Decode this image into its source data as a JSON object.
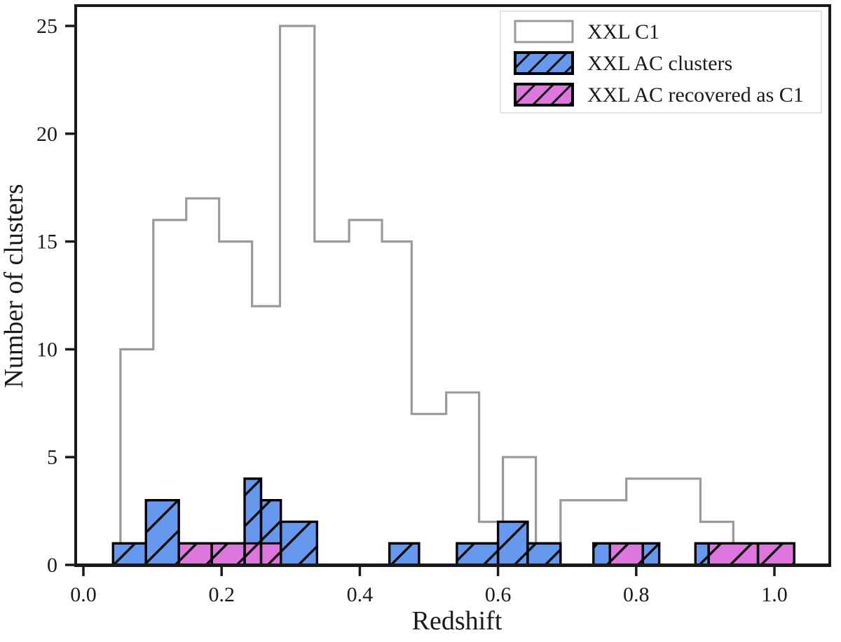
{
  "chart_data": {
    "type": "bar",
    "title": "",
    "xlabel": "Redshift",
    "ylabel": "Number of clusters",
    "xlim": [
      -0.012,
      1.078
    ],
    "ylim": [
      0,
      26.2
    ],
    "xticks": [
      0.0,
      0.2,
      0.4,
      0.6,
      0.8,
      1.0
    ],
    "xtick_labels": [
      "0.0",
      "0.2",
      "0.4",
      "0.6",
      "0.8",
      "1.0"
    ],
    "yticks": [
      0,
      5,
      10,
      15,
      20,
      25
    ],
    "ytick_labels": [
      "0",
      "5",
      "10",
      "15",
      "20",
      "25"
    ],
    "grid": false,
    "legend_position": "upper right",
    "bin_width": 0.0476,
    "bin_edges": [
      0.0429,
      0.0905,
      0.1381,
      0.1857,
      0.2333,
      0.2809,
      0.3286,
      0.3762,
      0.4238,
      0.4714,
      0.519,
      0.5667,
      0.6143,
      0.6619,
      0.7095,
      0.7571,
      0.8048,
      0.8524,
      0.9,
      0.9476,
      0.9952,
      1.0429
    ],
    "series": [
      {
        "name": "XXL C1",
        "style": "step-outline",
        "color": "#9a9a9a",
        "fill": "none",
        "values": [
          10,
          16,
          16,
          17,
          15,
          15,
          12,
          25,
          15,
          15,
          16,
          15,
          7,
          8,
          8,
          2,
          5,
          1,
          3,
          3,
          4,
          4,
          2,
          2
        ]
      },
      {
        "name": "XXL AC clusters",
        "style": "filled-hatched",
        "color": "#6699ee",
        "hatch": "/",
        "edge": "#000000",
        "values": [
          1,
          1,
          3,
          1,
          1,
          4,
          3,
          2,
          2,
          0,
          0,
          1,
          1,
          0,
          0,
          1,
          1,
          2,
          1,
          0,
          1,
          1,
          1,
          0,
          1,
          1,
          1
        ]
      },
      {
        "name": "XXL AC recovered as C1",
        "style": "filled-hatched",
        "color": "#dd77dd",
        "hatch": "/",
        "edge": "#000000",
        "values": [
          0,
          0,
          0,
          1,
          1,
          1,
          1,
          1,
          0,
          0,
          0,
          0,
          0,
          0,
          0,
          0,
          0,
          0,
          0,
          0,
          1,
          1,
          0,
          0,
          1,
          1,
          1
        ]
      }
    ],
    "c1_steps": [
      {
        "x0": 0.0536,
        "x1": 0.1012,
        "y": 10
      },
      {
        "x0": 0.1012,
        "x1": 0.1488,
        "y": 16
      },
      {
        "x0": 0.1488,
        "x1": 0.1964,
        "y": 17
      },
      {
        "x0": 0.1964,
        "x1": 0.244,
        "y": 15
      },
      {
        "x0": 0.244,
        "x1": 0.2845,
        "y": 12
      },
      {
        "x0": 0.2845,
        "x1": 0.3345,
        "y": 25
      },
      {
        "x0": 0.3345,
        "x1": 0.3845,
        "y": 15
      },
      {
        "x0": 0.3845,
        "x1": 0.4321,
        "y": 16
      },
      {
        "x0": 0.4321,
        "x1": 0.475,
        "y": 15
      },
      {
        "x0": 0.475,
        "x1": 0.525,
        "y": 7
      },
      {
        "x0": 0.525,
        "x1": 0.5726,
        "y": 8
      },
      {
        "x0": 0.5726,
        "x1": 0.6071,
        "y": 2
      },
      {
        "x0": 0.6071,
        "x1": 0.6548,
        "y": 5
      },
      {
        "x0": 0.6548,
        "x1": 0.6905,
        "y": 1
      },
      {
        "x0": 0.6905,
        "x1": 0.7857,
        "y": 3
      },
      {
        "x0": 0.7857,
        "x1": 0.8929,
        "y": 4
      },
      {
        "x0": 0.8929,
        "x1": 0.9405,
        "y": 2
      },
      {
        "x0": 0.9405,
        "x1": 1.0429,
        "y": 0
      }
    ],
    "ac_bars": [
      {
        "x0": 0.0429,
        "x1": 0.0905,
        "blue": 1,
        "magenta": 0
      },
      {
        "x0": 0.0905,
        "x1": 0.1381,
        "blue": 3,
        "magenta": 0
      },
      {
        "x0": 0.1381,
        "x1": 0.1857,
        "blue": 1,
        "magenta": 1
      },
      {
        "x0": 0.1857,
        "x1": 0.2333,
        "blue": 1,
        "magenta": 1
      },
      {
        "x0": 0.2333,
        "x1": 0.2571,
        "blue": 4,
        "magenta": 1
      },
      {
        "x0": 0.2571,
        "x1": 0.2857,
        "blue": 3,
        "magenta": 1
      },
      {
        "x0": 0.2857,
        "x1": 0.3381,
        "blue": 2,
        "magenta": 0
      },
      {
        "x0": 0.4429,
        "x1": 0.4857,
        "blue": 1,
        "magenta": 0
      },
      {
        "x0": 0.5405,
        "x1": 0.6,
        "blue": 1,
        "magenta": 0
      },
      {
        "x0": 0.6,
        "x1": 0.6429,
        "blue": 2,
        "magenta": 0
      },
      {
        "x0": 0.6429,
        "x1": 0.6905,
        "blue": 1,
        "magenta": 0
      },
      {
        "x0": 0.7381,
        "x1": 0.7619,
        "blue": 1,
        "magenta": 0
      },
      {
        "x0": 0.7619,
        "x1": 0.8095,
        "blue": 1,
        "magenta": 1
      },
      {
        "x0": 0.8095,
        "x1": 0.8333,
        "blue": 1,
        "magenta": 0
      },
      {
        "x0": 0.8857,
        "x1": 0.9048,
        "blue": 1,
        "magenta": 0
      },
      {
        "x0": 0.9048,
        "x1": 0.9762,
        "blue": 1,
        "magenta": 1
      },
      {
        "x0": 0.9762,
        "x1": 1.0286,
        "blue": 1,
        "magenta": 1
      }
    ]
  },
  "legend": {
    "items": [
      {
        "label": "XXL C1",
        "swatch": "outline",
        "color": "#ffffff",
        "edge": "#9a9a9a",
        "hatched": false
      },
      {
        "label": "XXL AC clusters",
        "swatch": "filled",
        "color": "#6699ee",
        "edge": "#000000",
        "hatched": true
      },
      {
        "label": "XXL AC recovered as C1",
        "swatch": "filled",
        "color": "#dd77dd",
        "edge": "#000000",
        "hatched": true
      }
    ]
  },
  "axes": {
    "x_title": "Redshift",
    "y_title": "Number of clusters",
    "xticks": [
      "0.0",
      "0.2",
      "0.4",
      "0.6",
      "0.8",
      "1.0"
    ],
    "yticks": [
      "0",
      "5",
      "10",
      "15",
      "20",
      "25"
    ]
  },
  "colors": {
    "blue": "#6699ee",
    "magenta": "#dd77dd",
    "gray": "#9a9a9a",
    "axis": "#1a1a1a",
    "background": "#ffffff"
  }
}
